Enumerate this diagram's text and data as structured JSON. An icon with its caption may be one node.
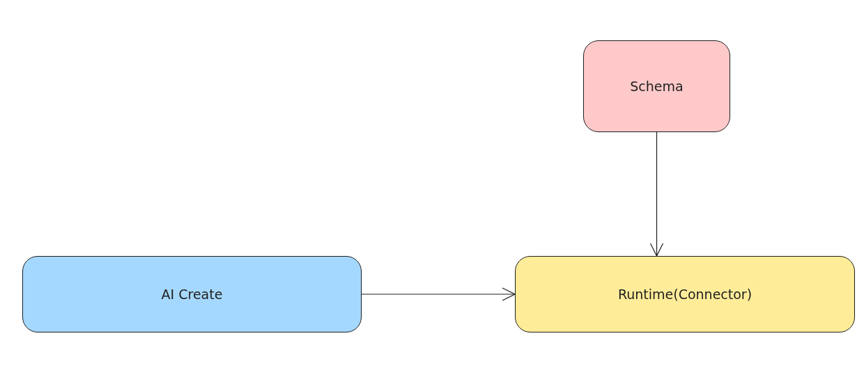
{
  "diagram": {
    "nodes": [
      {
        "text": [
          "Schema"
        ]
      },
      {
        "text": [
          "AI Create"
        ]
      },
      {
        "text": [
          "Runtime(Connector)"
        ]
      }
    ],
    "edges": [
      {
        "from": 0,
        "to": 2,
        "arrow": "to"
      },
      {
        "from": 1,
        "to": 2,
        "arrow": "to"
      }
    ]
  }
}
